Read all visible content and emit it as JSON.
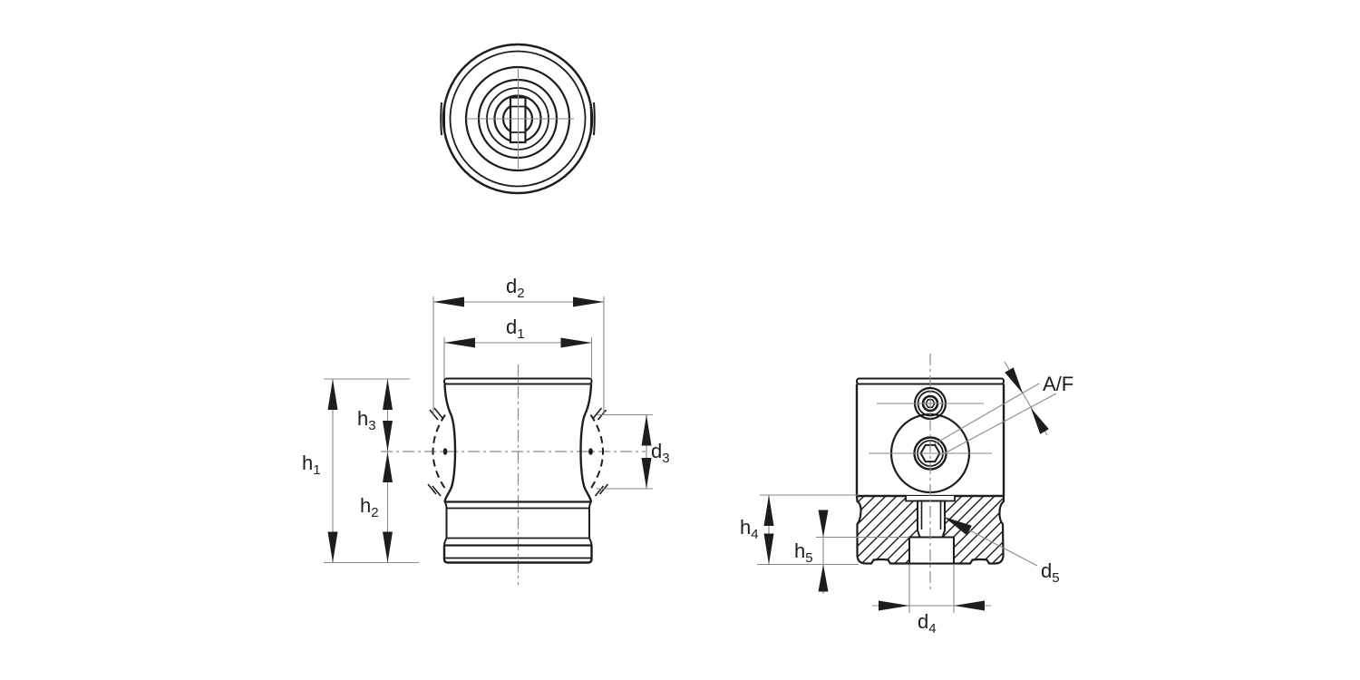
{
  "colors": {
    "ink": "#1d1d1d",
    "dim_line": "#8a8a8a",
    "background": "#ffffff"
  },
  "labels": {
    "d1": {
      "base": "d",
      "sub": "1"
    },
    "d2": {
      "base": "d",
      "sub": "2"
    },
    "d3": {
      "base": "d",
      "sub": "3"
    },
    "d4": {
      "base": "d",
      "sub": "4"
    },
    "d5": {
      "base": "d",
      "sub": "5"
    },
    "h1": {
      "base": "h",
      "sub": "1"
    },
    "h2": {
      "base": "h",
      "sub": "2"
    },
    "h3": {
      "base": "h",
      "sub": "3"
    },
    "h4": {
      "base": "h",
      "sub": "4"
    },
    "h5": {
      "base": "h",
      "sub": "5"
    },
    "af": {
      "text": "A/F"
    }
  }
}
